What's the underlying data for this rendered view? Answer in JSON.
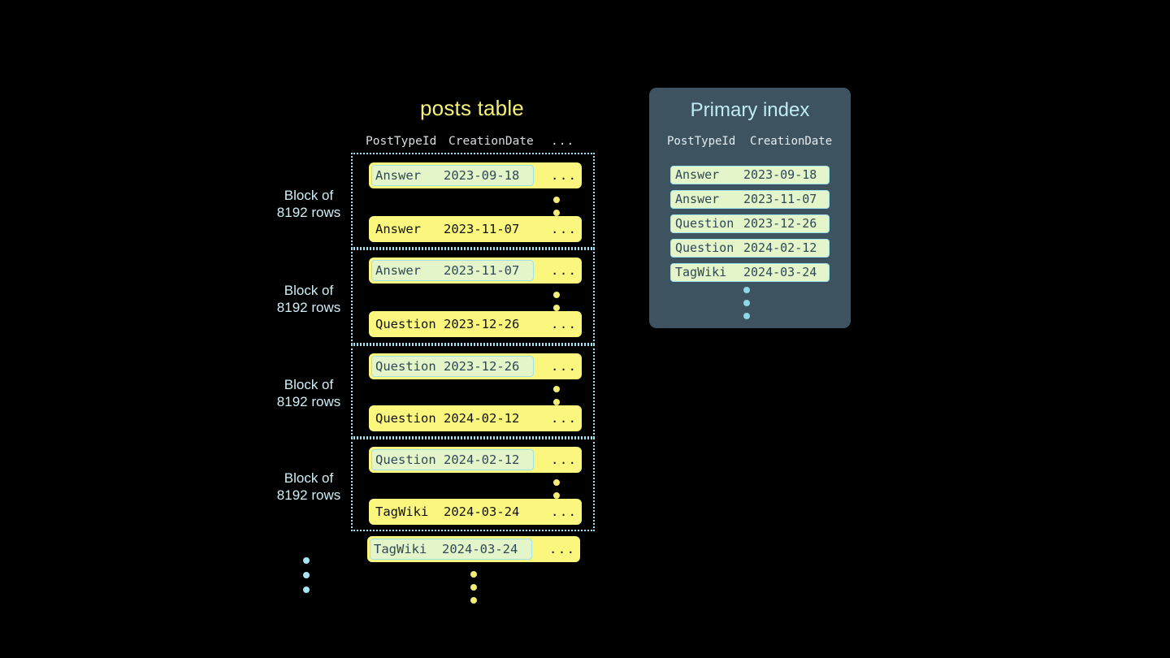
{
  "posts_table": {
    "title": "posts table",
    "columns": [
      "PostTypeId",
      "CreationDate",
      "..."
    ],
    "ellipsis_cell": "...",
    "blocks": [
      {
        "label_line1": "Block of",
        "label_line2": "8192 rows",
        "first_row": {
          "post_type_id": "Answer",
          "creation_date": "2023-09-18",
          "rest": "...",
          "marked": true
        },
        "last_row": {
          "post_type_id": "Answer",
          "creation_date": "2023-11-07",
          "rest": "...",
          "marked": false
        }
      },
      {
        "label_line1": "Block of",
        "label_line2": "8192 rows",
        "first_row": {
          "post_type_id": "Answer",
          "creation_date": "2023-11-07",
          "rest": "...",
          "marked": true
        },
        "last_row": {
          "post_type_id": "Question",
          "creation_date": "2023-12-26",
          "rest": "...",
          "marked": false
        }
      },
      {
        "label_line1": "Block of",
        "label_line2": "8192 rows",
        "first_row": {
          "post_type_id": "Question",
          "creation_date": "2023-12-26",
          "rest": "...",
          "marked": true
        },
        "last_row": {
          "post_type_id": "Question",
          "creation_date": "2024-02-12",
          "rest": "...",
          "marked": false
        }
      },
      {
        "label_line1": "Block of",
        "label_line2": "8192 rows",
        "first_row": {
          "post_type_id": "Question",
          "creation_date": "2024-02-12",
          "rest": "...",
          "marked": true
        },
        "last_row": {
          "post_type_id": "TagWiki",
          "creation_date": "2024-03-24",
          "rest": "...",
          "marked": false
        }
      }
    ],
    "trailing_row": {
      "post_type_id": "TagWiki",
      "creation_date": "2024-03-24",
      "rest": "...",
      "marked": true
    }
  },
  "primary_index": {
    "title": "Primary index",
    "columns": [
      "PostTypeId",
      "CreationDate"
    ],
    "rows": [
      {
        "post_type_id": "Answer",
        "creation_date": "2023-09-18"
      },
      {
        "post_type_id": "Answer",
        "creation_date": "2023-11-07"
      },
      {
        "post_type_id": "Question",
        "creation_date": "2023-12-26"
      },
      {
        "post_type_id": "Question",
        "creation_date": "2024-02-12"
      },
      {
        "post_type_id": "TagWiki",
        "creation_date": "2024-03-24"
      }
    ]
  },
  "colors": {
    "background": "#000000",
    "row_yellow": "#fbf77e",
    "mark_green": "#e3f5c9",
    "accent_cyan": "#9fe2ef",
    "panel_slate": "#3d5360",
    "title_yellow": "#f3f178",
    "dot_yellow": "#f3ef76",
    "dot_blue": "#a8e4f2"
  }
}
